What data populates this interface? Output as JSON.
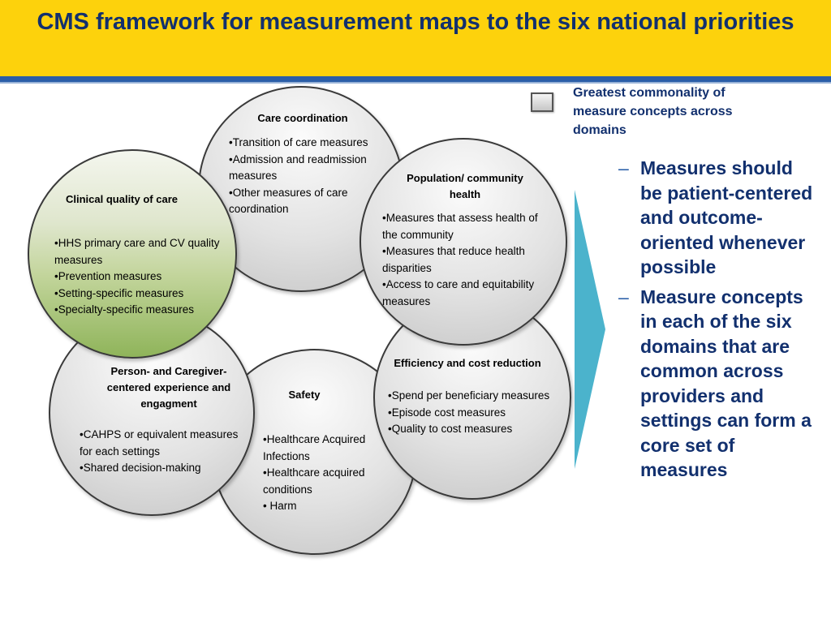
{
  "title": "CMS framework for measurement maps to the six national priorities",
  "legend": {
    "label": "Greatest commonality of measure concepts across domains"
  },
  "domains": {
    "care_coordination": {
      "title": "Care coordination",
      "items": [
        "Transition of care measures",
        "Admission and readmission measures",
        "Other measures of care coordination"
      ]
    },
    "population_health": {
      "title": "Population/ community health",
      "items": [
        "Measures that assess health of the community",
        "Measures that reduce health disparities",
        "Access to care and equitability measures"
      ]
    },
    "clinical_quality": {
      "title": "Clinical quality of care",
      "items": [
        "HHS primary care and CV quality measures",
        "Prevention measures",
        "Setting-specific measures",
        "Specialty-specific measures"
      ]
    },
    "efficiency": {
      "title": "Efficiency and cost reduction",
      "items": [
        "Spend per beneficiary measures",
        "Episode cost measures",
        "Quality to cost measures"
      ]
    },
    "person_caregiver": {
      "title": "Person- and Caregiver-centered experience and engagment",
      "items": [
        "CAHPS or equivalent measures for each settings",
        "Shared decision-making"
      ]
    },
    "safety": {
      "title": "Safety",
      "items": [
        "Healthcare Acquired Infections",
        "Healthcare acquired conditions",
        " Harm"
      ]
    }
  },
  "bullets": [
    {
      "dash": "–",
      "text": "Measures should be patient-centered and outcome-oriented whenever possible"
    },
    {
      "dash": "–",
      "text": "Measure concepts in each of the six domains that are common across providers and settings can form a core set of measures"
    }
  ],
  "colors": {
    "title_band": "#fdd20c",
    "title_text": "#12306e",
    "arrow": "#4bb3cc",
    "clinical_fill": "#9fbf6a"
  }
}
